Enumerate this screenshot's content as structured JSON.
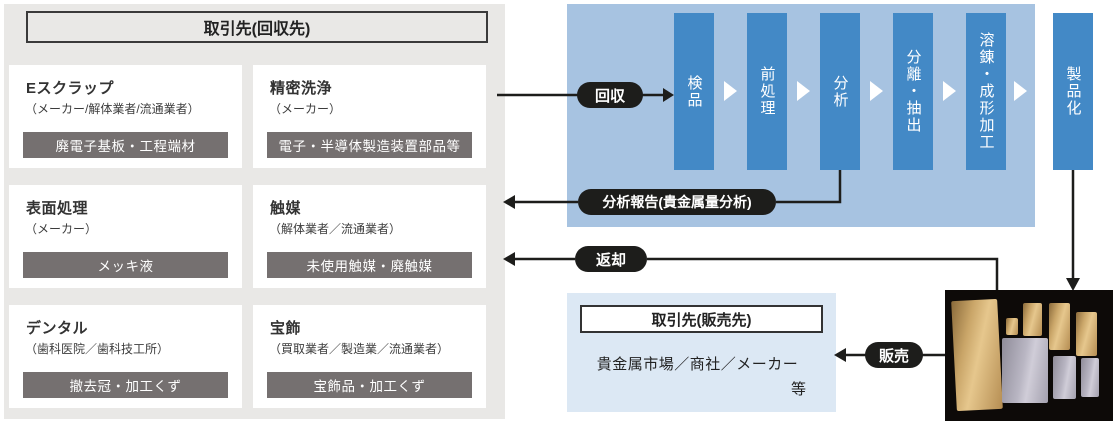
{
  "colors": {
    "panel_gray": "#e9e8e6",
    "process_panel_blue": "#a7c3e1",
    "process_bar_blue": "#4389c6",
    "sales_panel_blue": "#dce8f4",
    "label_gray": "#757070",
    "pill_black": "#1d1d1b"
  },
  "collection_panel": {
    "title": "取引先(回収先)",
    "cards": [
      {
        "title": "Eスクラップ",
        "subtitle": "（メーカー/解体業者/流通業者）",
        "label": "廃電子基板・工程端材"
      },
      {
        "title": "精密洗浄",
        "subtitle": "（メーカー）",
        "label": "電子・半導体製造装置部品等"
      },
      {
        "title": "表面処理",
        "subtitle": "（メーカー）",
        "label": "メッキ液"
      },
      {
        "title": "触媒",
        "subtitle": "（解体業者／流通業者）",
        "label": "未使用触媒・廃触媒"
      },
      {
        "title": "デンタル",
        "subtitle": "（歯科医院／歯科技工所）",
        "label": "撤去冠・加工くず"
      },
      {
        "title": "宝飾",
        "subtitle": "（買取業者／製造業／流通業者）",
        "label": "宝飾品・加工くず"
      }
    ]
  },
  "process_flow": {
    "steps": [
      "検品",
      "前処理",
      "分析",
      "分離・抽出",
      "溶錬・成形加工"
    ],
    "final_step": "製品化"
  },
  "flow_labels": {
    "collect": "回収",
    "analysis_report": "分析報告(貴金属量分析)",
    "return": "返却",
    "sell": "販売"
  },
  "sales_panel": {
    "title": "取引先(販売先)",
    "body_line1": "貴金属市場／商社／メーカー",
    "body_line2": "等"
  }
}
